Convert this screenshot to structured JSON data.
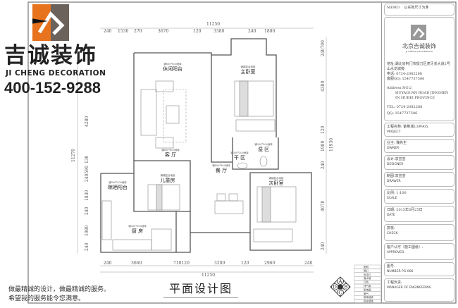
{
  "brand": {
    "name_cn": "吉诚装饰",
    "name_en": "JI CHENG DECORATION",
    "phone": "400-152-9288",
    "colors": {
      "orange": "#e8731e",
      "gray": "#6b625c"
    }
  },
  "drawing": {
    "title": "平面设计图",
    "slogan_line1": "做最精诚的设计，做最精诚的服务。",
    "slogan_line2": "希望我的服务能令您满意。",
    "compass": [
      "A",
      "B",
      "C",
      "D"
    ]
  },
  "dimensions": {
    "top_total": "11250",
    "top": [
      "240",
      "1530",
      "270",
      "3670",
      "120",
      "3380",
      "240",
      "1800"
    ],
    "bottom_total": "11250",
    "bottom": [
      "240",
      "3660",
      "710120",
      "3200",
      "120",
      "2960",
      "240"
    ],
    "left_total": "11270",
    "left": [
      "4280",
      "130",
      "240590",
      "1830",
      "240",
      "1980",
      "240"
    ],
    "right_total": "11930",
    "right": [
      "240700",
      "4380",
      "120",
      "1980",
      "240",
      "4070",
      "240"
    ]
  },
  "rooms": [
    {
      "name": "休闲阳台",
      "floor": "铺800*800地砖"
    },
    {
      "name": "主卧室",
      "floor": "满铺复合地板"
    },
    {
      "name": "客 厅",
      "floor": "铺800*800地砖"
    },
    {
      "name": "湿 区",
      "floor": "铺300*300地砖"
    },
    {
      "name": "干 区",
      "floor": "铺300*300地砖"
    },
    {
      "name": "儿童房",
      "floor": "满铺复合地板"
    },
    {
      "name": "晾晒阳台",
      "floor": "铺300*300地砖"
    },
    {
      "name": "餐 厅",
      "floor": "铺800*800地砖"
    },
    {
      "name": "次卧室",
      "floor": "满铺复合地板"
    },
    {
      "name": "厨 房",
      "floor": "铺300*300地砖"
    }
  ],
  "legend": [
    "图例",
    "筒灯",
    "吸顶灯",
    "落水管",
    "灯具",
    "排气扇",
    "配电箱",
    "暖气",
    "新砌墙体",
    "拆除墙体"
  ],
  "title_block": {
    "memo_label": "MEMO",
    "memo_value": "以实地尺寸为准",
    "company": "北京吉诚装饰",
    "company_en": "JI CHENG DECORATION",
    "address_cn": "地址:湖北省荆门市掇刀区虎牙关大道2号山水龙城旁",
    "phone_cn": "电话: 0724-2082288",
    "qq_cn": "客服QQ: 1547737506",
    "address_en_1": "Address:NO.2",
    "address_en_2": "HUYAGUAN ROAD JINGMEN",
    "address_en_3": "IN HUBEI PROVINCE",
    "tel_en": "TEL: 0724-2082288",
    "qq_en": "QQ: 1547737506",
    "fields": [
      {
        "cn": "工程名称:  紫荆城13#905",
        "en": "PROJECT"
      },
      {
        "cn": "业主:  魏先生",
        "en": "OWNER"
      },
      {
        "cn": "设计:袁芸芸",
        "en": "DESIGNER"
      },
      {
        "cn": "制图:袁芸芸",
        "en": "DRAWER"
      },
      {
        "cn": "比例:  1:100",
        "en": "SCALE"
      },
      {
        "cn": "日期:  2015年8月25日",
        "en": "DATE"
      },
      {
        "cn": "复核:",
        "en": "CHECK"
      },
      {
        "cn": "客户认可（施工图纸）:",
        "en": "APPROVED"
      },
      {
        "cn": "图号:",
        "en": "NUMBER     PG-006"
      },
      {
        "cn": "工程负责:",
        "en": "MANAGER OF ENGINEERING"
      }
    ]
  }
}
